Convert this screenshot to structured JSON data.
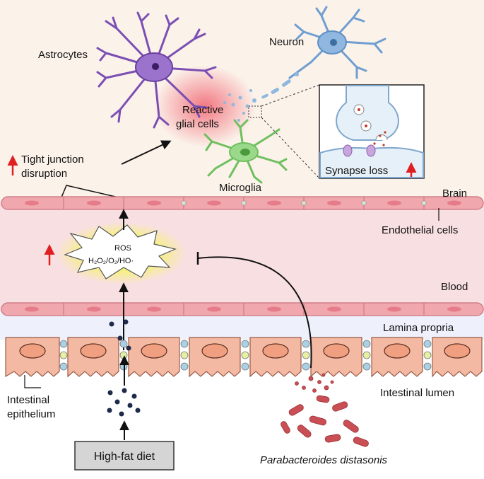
{
  "labels": {
    "astrocytes": "Astrocytes",
    "neuron": "Neuron",
    "reactive_line1": "Reactive",
    "reactive_line2": "glial cells",
    "tight_line1": "Tight junction",
    "tight_line2": "disruption",
    "microglia": "Microglia",
    "synapse_loss": "Synapse loss",
    "brain": "Brain",
    "endothelial_cells": "Endothelial cells",
    "ros": "ROS",
    "ros_species": "H₂O₂/O₂/HO·",
    "blood": "Blood",
    "lamina_propria": "Lamina propria",
    "intestinal_lumen": "Intestinal lumen",
    "epithelium_line1": "Intestinal",
    "epithelium_line2": "epithelium",
    "high_fat_diet": "High-fat diet",
    "bacterium": "Parabacteroides distasonis"
  },
  "colors": {
    "brain_bg": "#fbf2ea",
    "blood_bg": "#f8dfe2",
    "lamina_bg": "#eef1fb",
    "endothelial": "#f0a7ae",
    "endothelial_nucleus": "#e67c8a",
    "epithelial": "#f3b9a3",
    "astrocyte": "#7b4fb3",
    "neuron": "#6f9ed0",
    "microglia": "#7fcf6f",
    "bacteria": "#c94f55",
    "increase_arrow": "#e02020",
    "ros_glow": "#f3ef70"
  }
}
